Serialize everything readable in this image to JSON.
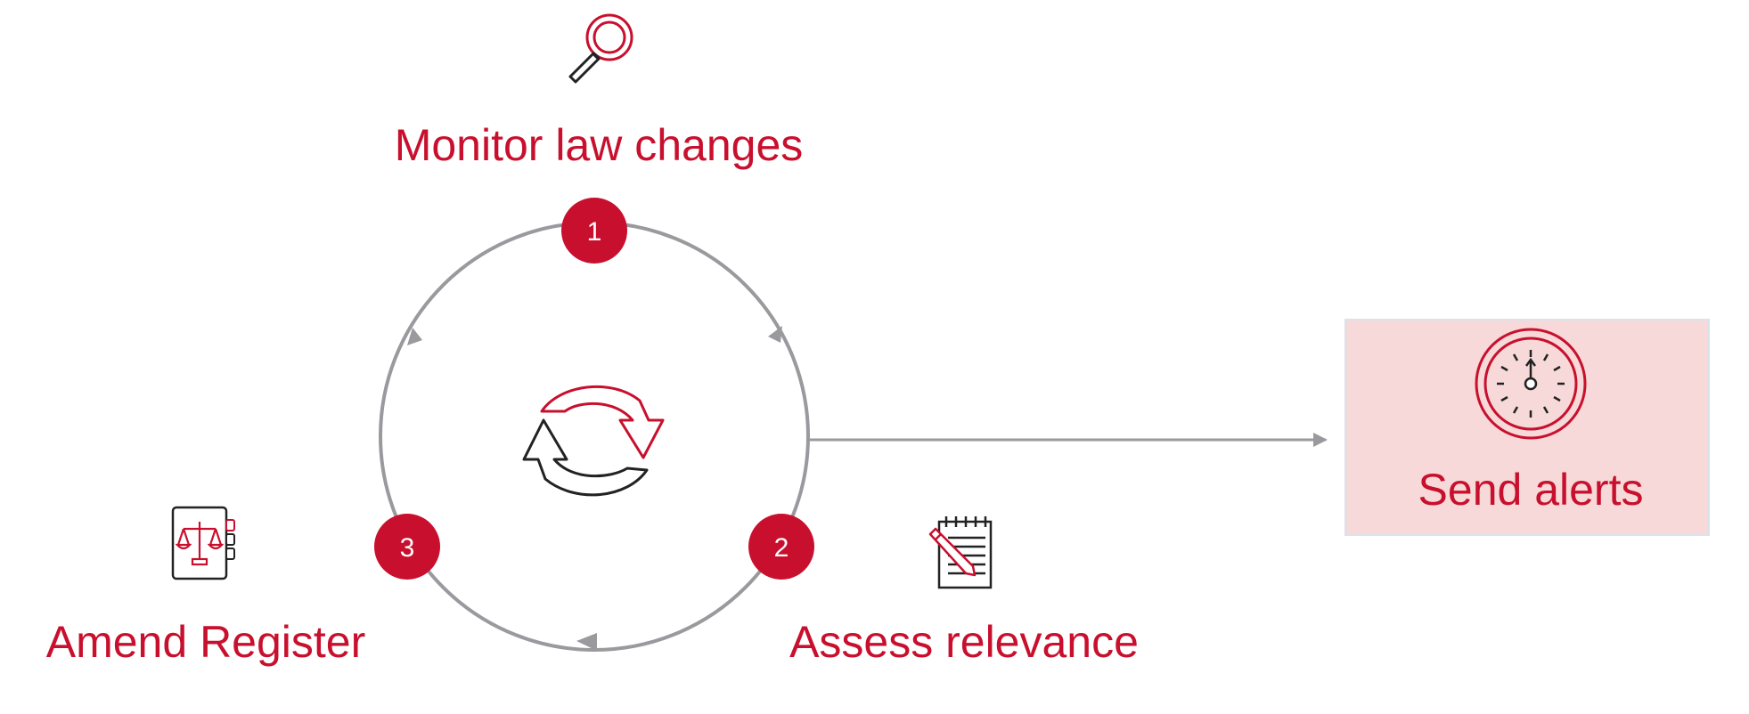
{
  "colors": {
    "accent": "#c8102e",
    "line": "#9a9a9e",
    "icon_dark": "#222222",
    "alert_box_fill": "#f6d9d8",
    "alert_box_stroke": "#d9e3ee",
    "white": "#ffffff"
  },
  "steps": [
    {
      "number": "1",
      "label": "Monitor law changes",
      "icon": "magnifying-glass-icon"
    },
    {
      "number": "2",
      "label": "Assess relevance",
      "icon": "notepad-pencil-icon"
    },
    {
      "number": "3",
      "label": "Amend Register",
      "icon": "scales-register-icon"
    }
  ],
  "alert": {
    "label": "Send alerts",
    "icon": "stopwatch-icon"
  },
  "center_icon": "refresh-cycle-icon"
}
